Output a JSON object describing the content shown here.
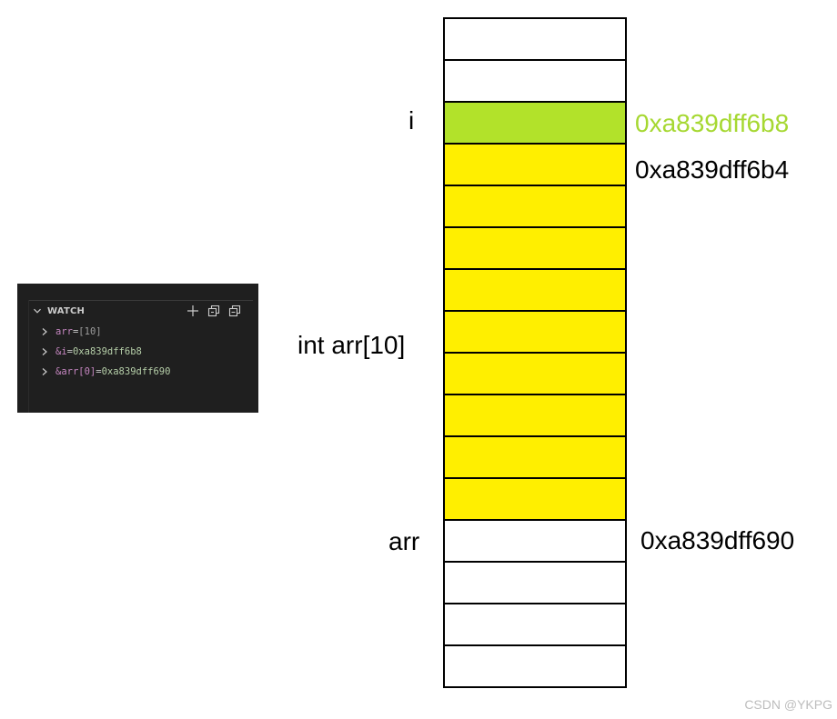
{
  "watch": {
    "title": "WATCH",
    "icons": [
      "chevron-down-icon",
      "add-icon",
      "refresh-all-icon",
      "collapse-all-icon"
    ],
    "items": [
      {
        "name": "arr",
        "eq": " = ",
        "value": "[10]"
      },
      {
        "name": "&i",
        "eq": " = ",
        "value": "0xa839dff6b8"
      },
      {
        "name": "&arr[0]",
        "eq": " = ",
        "value": "0xa839dff690"
      }
    ]
  },
  "diagram": {
    "cells": [
      "white",
      "white",
      "green",
      "yellow",
      "yellow",
      "yellow",
      "yellow",
      "yellow",
      "yellow",
      "yellow",
      "yellow",
      "yellow",
      "white",
      "white",
      "white",
      "white"
    ],
    "labels": {
      "i": "i",
      "array_decl": "int arr[10]",
      "arr": "arr"
    },
    "addresses": {
      "i": "0xa839dff6b8",
      "below_i": "0xa839dff6b4",
      "arr": "0xa839dff690"
    },
    "colors": {
      "cell_yellow": "#ffef00",
      "cell_green": "#b2e22a",
      "address_green": "#a6d832"
    }
  },
  "watermark": "CSDN @YKPG"
}
